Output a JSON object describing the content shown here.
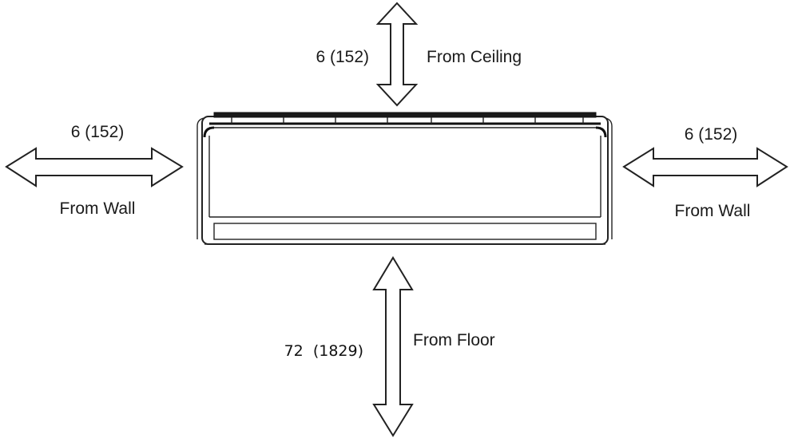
{
  "clearances": {
    "ceiling": {
      "value": "6 (152)",
      "label": "From Ceiling"
    },
    "left_wall": {
      "value": "6 (152)",
      "label": "From Wall"
    },
    "right_wall": {
      "value": "6 (152)",
      "label": "From Wall"
    },
    "floor": {
      "value": "72  (1829)",
      "label": "From Floor"
    }
  }
}
